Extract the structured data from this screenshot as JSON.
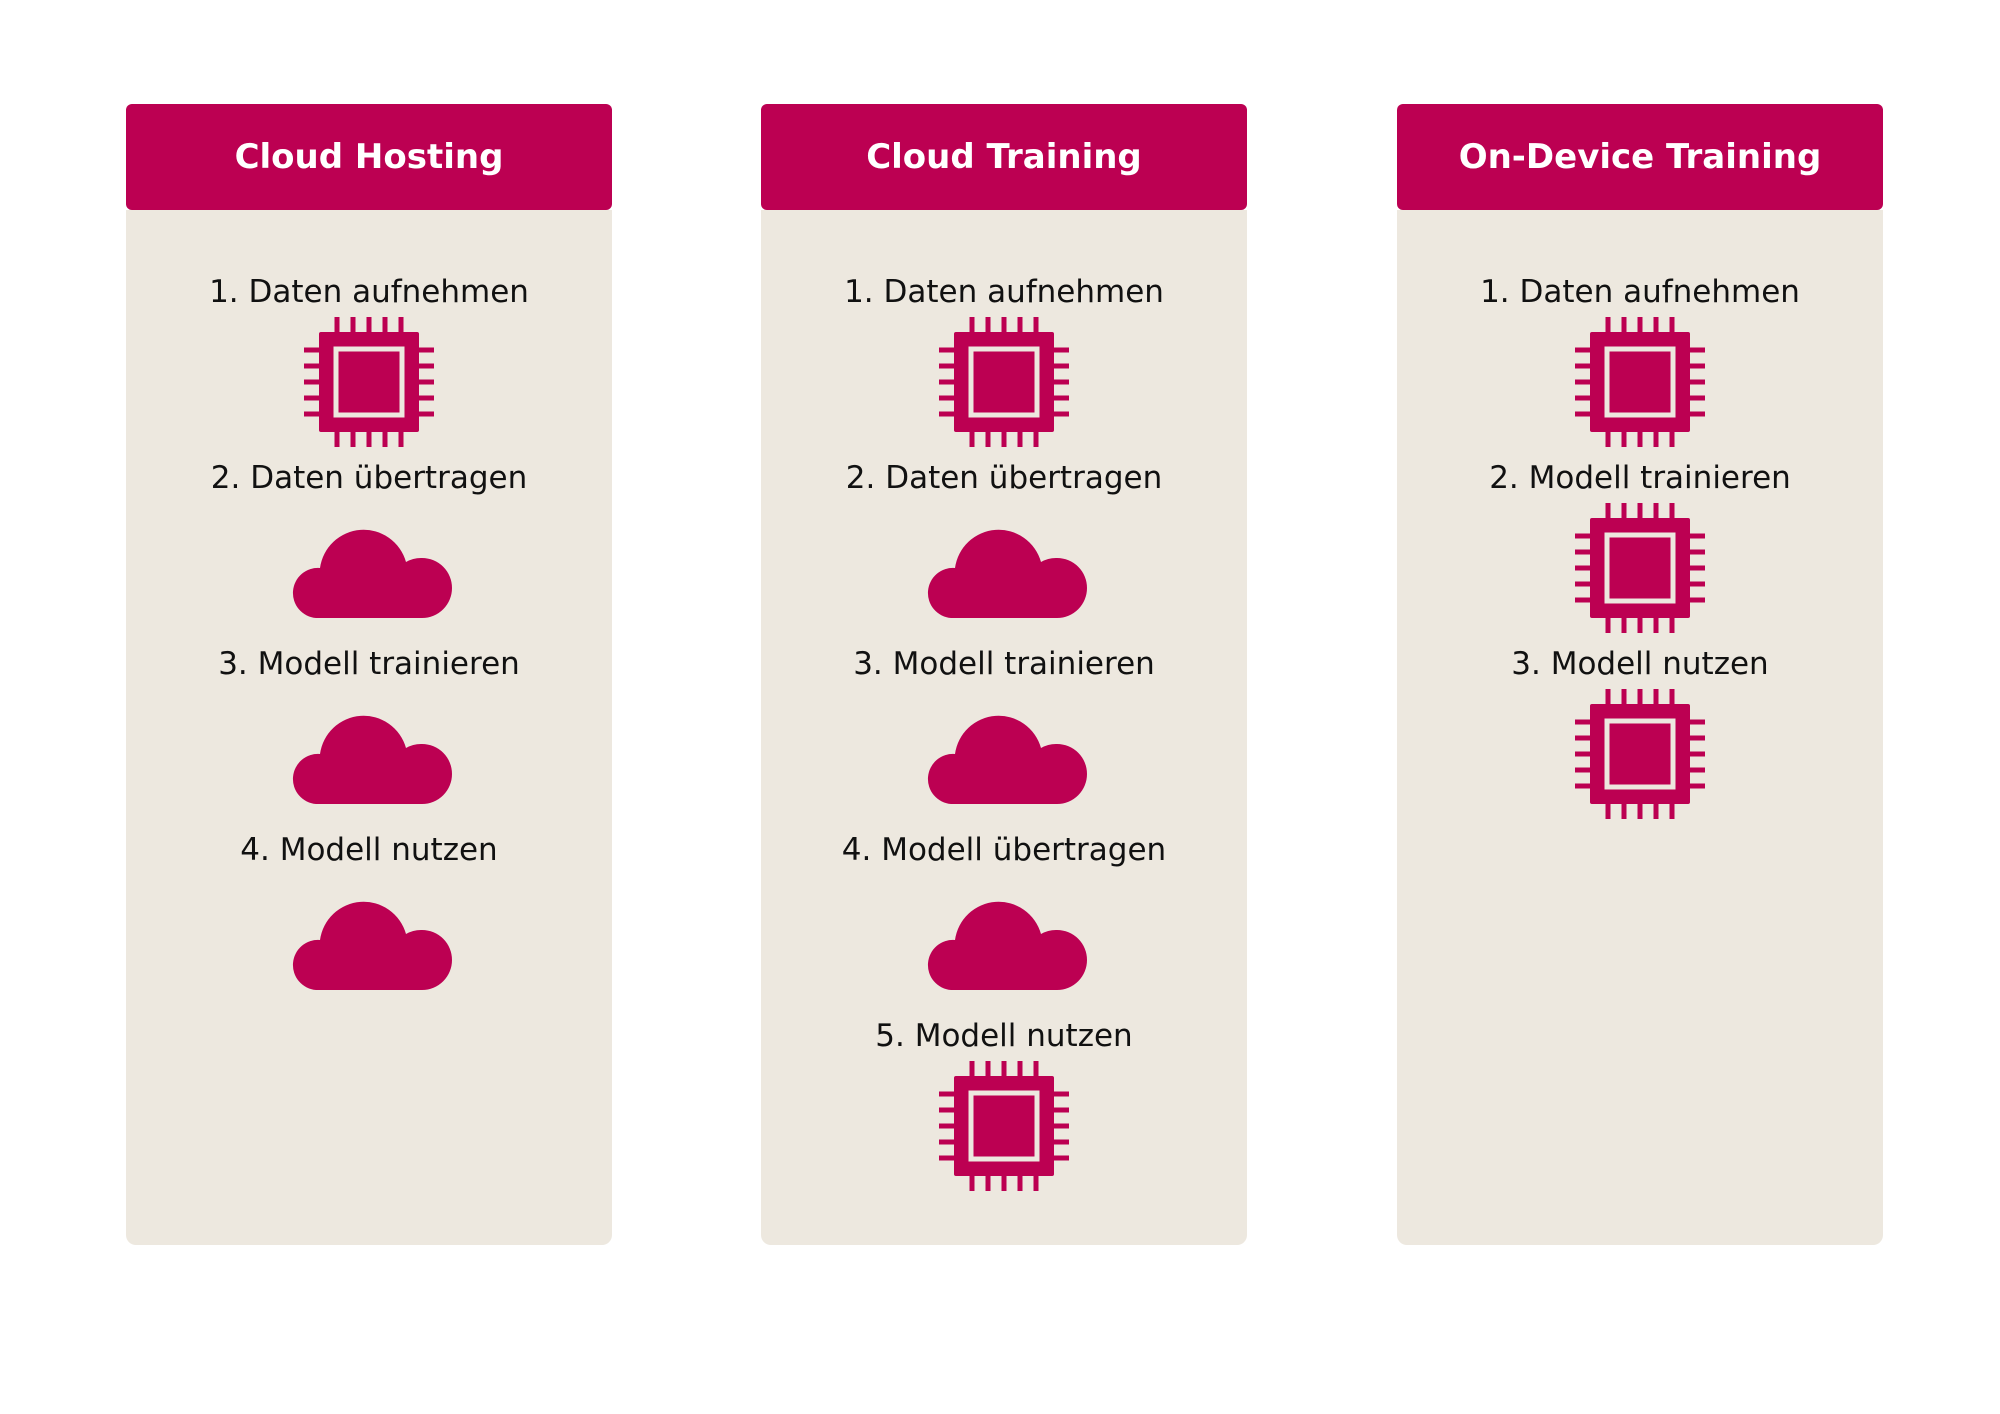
{
  "colors": {
    "accent": "#BC0052",
    "panel": "#EDE8DF"
  },
  "columns": [
    {
      "title": "Cloud Hosting",
      "steps": [
        {
          "label": "1. Daten aufnehmen",
          "icon": "chip-icon"
        },
        {
          "label": "2. Daten übertragen",
          "icon": "cloud-icon"
        },
        {
          "label": "3. Modell trainieren",
          "icon": "cloud-icon"
        },
        {
          "label": "4. Modell nutzen",
          "icon": "cloud-icon"
        }
      ]
    },
    {
      "title": "Cloud Training",
      "steps": [
        {
          "label": "1. Daten aufnehmen",
          "icon": "chip-icon"
        },
        {
          "label": "2. Daten übertragen",
          "icon": "cloud-icon"
        },
        {
          "label": "3. Modell trainieren",
          "icon": "cloud-icon"
        },
        {
          "label": "4. Modell übertragen",
          "icon": "cloud-icon"
        },
        {
          "label": "5. Modell nutzen",
          "icon": "chip-icon"
        }
      ]
    },
    {
      "title": "On-Device Training",
      "steps": [
        {
          "label": "1. Daten aufnehmen",
          "icon": "chip-icon"
        },
        {
          "label": "2. Modell trainieren",
          "icon": "chip-icon"
        },
        {
          "label": "3. Modell nutzen",
          "icon": "chip-icon"
        }
      ]
    }
  ]
}
